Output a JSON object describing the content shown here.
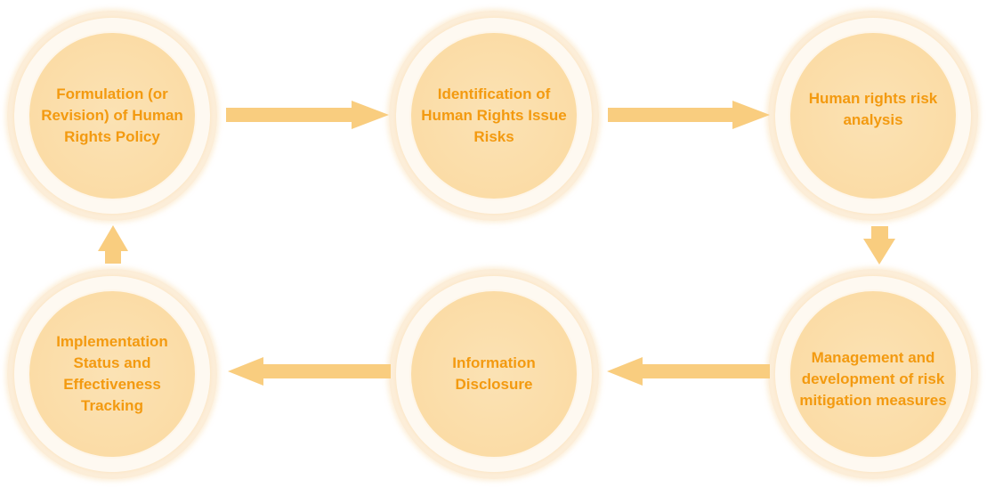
{
  "colors": {
    "text": "#f39a10",
    "core": "#fbdca6",
    "halo": "#fdf1e0",
    "arrow": "#f9cd7f"
  },
  "steps": [
    {
      "label": "Formulation (or Revision) of Human Rights Policy"
    },
    {
      "label": "Identification of Human Rights Issue Risks"
    },
    {
      "label": "Human rights risk analysis"
    },
    {
      "label": "Management and development of risk mitigation measures"
    },
    {
      "label": "Information Disclosure"
    },
    {
      "label": "Implementation Status and Effectiveness Tracking"
    }
  ],
  "flow": [
    {
      "from": 0,
      "to": 1,
      "direction": "right"
    },
    {
      "from": 1,
      "to": 2,
      "direction": "right"
    },
    {
      "from": 2,
      "to": 3,
      "direction": "down"
    },
    {
      "from": 3,
      "to": 4,
      "direction": "left"
    },
    {
      "from": 4,
      "to": 5,
      "direction": "left"
    },
    {
      "from": 5,
      "to": 0,
      "direction": "up"
    }
  ]
}
